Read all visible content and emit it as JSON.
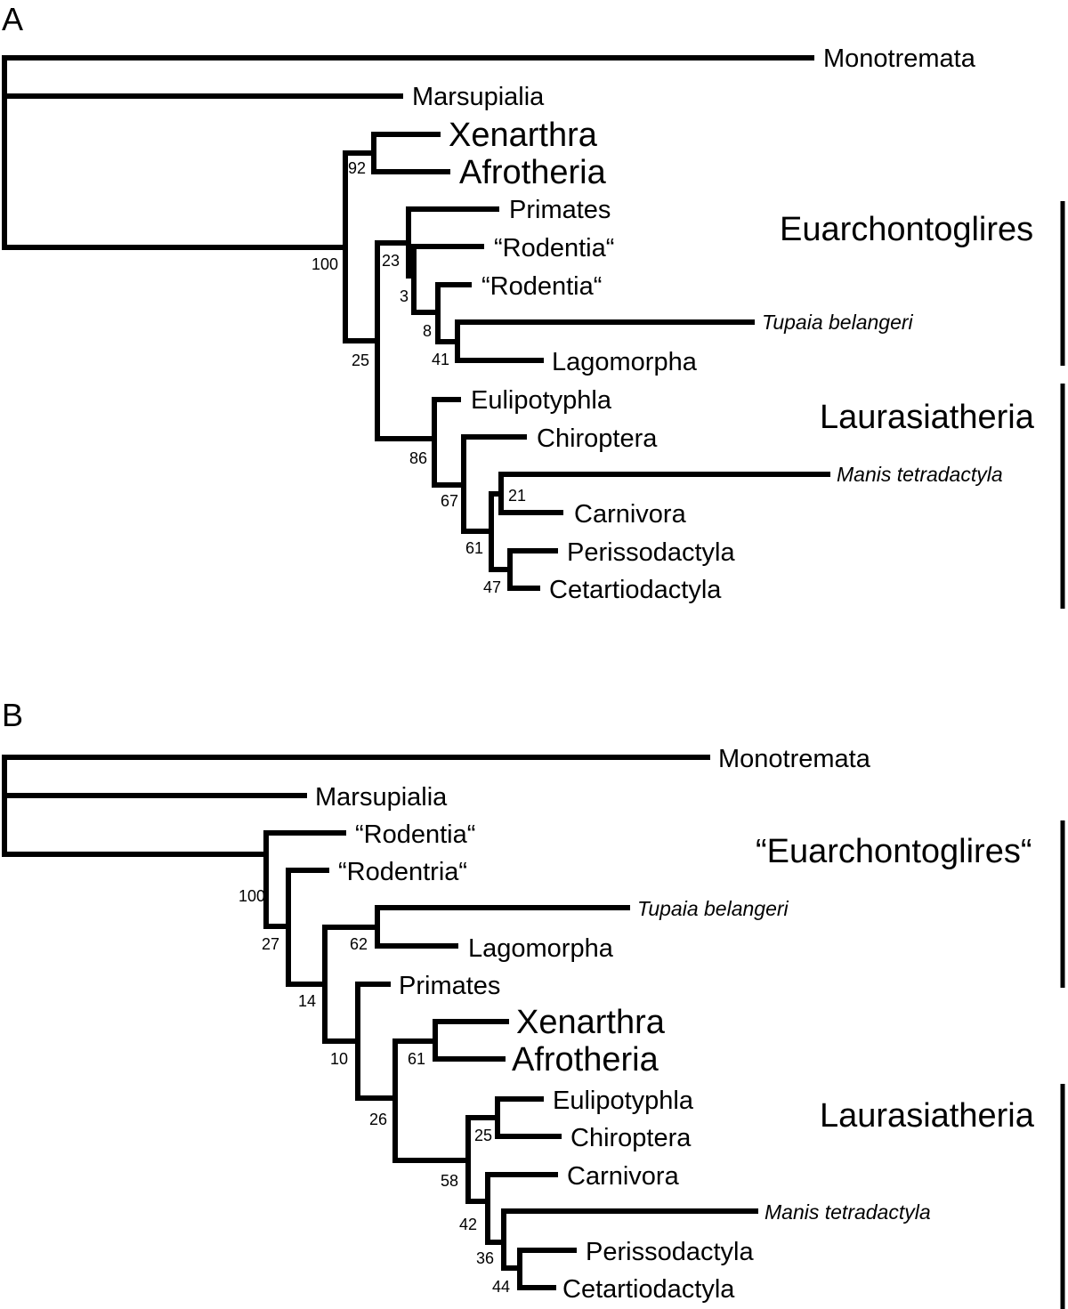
{
  "panel_a": {
    "letter": "A",
    "taxa": {
      "monotremata": "Monotremata",
      "marsupialia": "Marsupialia",
      "xenarthra": "Xenarthra",
      "afrotheria": "Afrotheria",
      "primates": "Primates",
      "rodentia_1": "“Rodentia“",
      "rodentia_2": "“Rodentia“",
      "tupaia": "Tupaia belangeri",
      "lagomorpha": "Lagomorpha",
      "eulipotyphla": "Eulipotyphla",
      "chiroptera": "Chiroptera",
      "manis": "Manis tetradactyla",
      "carnivora": "Carnivora",
      "perissodactyla": "Perissodactyla",
      "cetartiodactyla": "Cetartiodactyla"
    },
    "support": {
      "n92": "92",
      "n100": "100",
      "n23": "23",
      "n3": "3",
      "n8": "8",
      "n41": "41",
      "n25": "25",
      "n86": "86",
      "n67": "67",
      "n21": "21",
      "n61": "61",
      "n47": "47"
    },
    "clades": {
      "euarchontoglires": "Euarchontoglires",
      "laurasiatheria": "Laurasiatheria"
    }
  },
  "panel_b": {
    "letter": "B",
    "taxa": {
      "monotremata": "Monotremata",
      "marsupialia": "Marsupialia",
      "rodentia": "“Rodentia“",
      "rodentria": "“Rodentria“",
      "tupaia": "Tupaia belangeri",
      "lagomorpha": "Lagomorpha",
      "primates": "Primates",
      "xenarthra": "Xenarthra",
      "afrotheria": "Afrotheria",
      "eulipotyphla": "Eulipotyphla",
      "chiroptera": "Chiroptera",
      "carnivora": "Carnivora",
      "manis": "Manis tetradactyla",
      "perissodactyla": "Perissodactyla",
      "cetartiodactyla": "Cetartiodactyla"
    },
    "support": {
      "n100": "100",
      "n27": "27",
      "n62": "62",
      "n14": "14",
      "n10": "10",
      "n61": "61",
      "n26": "26",
      "n25": "25",
      "n58": "58",
      "n42": "42",
      "n36": "36",
      "n44": "44"
    },
    "clades": {
      "euarchontoglires": "“Euarchontoglires“",
      "laurasiatheria": "Laurasiatheria"
    }
  }
}
